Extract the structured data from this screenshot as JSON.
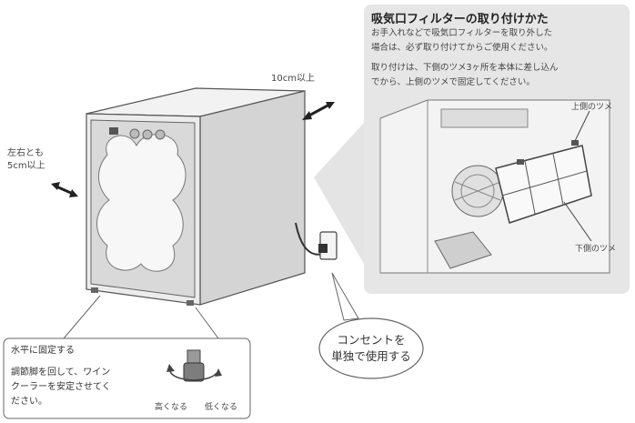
{
  "clearance": {
    "back": "10cm以上",
    "sides_line1": "左右とも",
    "sides_line2": "5cm以上"
  },
  "filter_panel": {
    "title": "吸気口フィルターの取り付けかた",
    "body_line1": "お手入れなどで吸気口フィルターを取り外した",
    "body_line2": "場合は、必ず取り付けてからご使用ください。",
    "body_line3": "取り付けは、下側のツメ3ヶ所を本体に差し込ん",
    "body_line4": "でから、上側のツメで固定してください。",
    "upper_tab_label": "上側のツメ",
    "lower_tab_label": "下側のツメ"
  },
  "level_box": {
    "heading": "水平に固定する",
    "line1": "調節脚を回して、ワイン",
    "line2": "クーラーを安定させてく",
    "line3": "ださい。",
    "higher_label": "高くなる",
    "lower_label": "低くなる"
  },
  "outlet_bubble": {
    "line1": "コンセントを",
    "line2": "単独で使用する"
  },
  "colors": {
    "cooler_body": "#e8e8e8",
    "panel_bg": "#e6e6e6",
    "outline": "#555555",
    "arrow": "#222222"
  }
}
